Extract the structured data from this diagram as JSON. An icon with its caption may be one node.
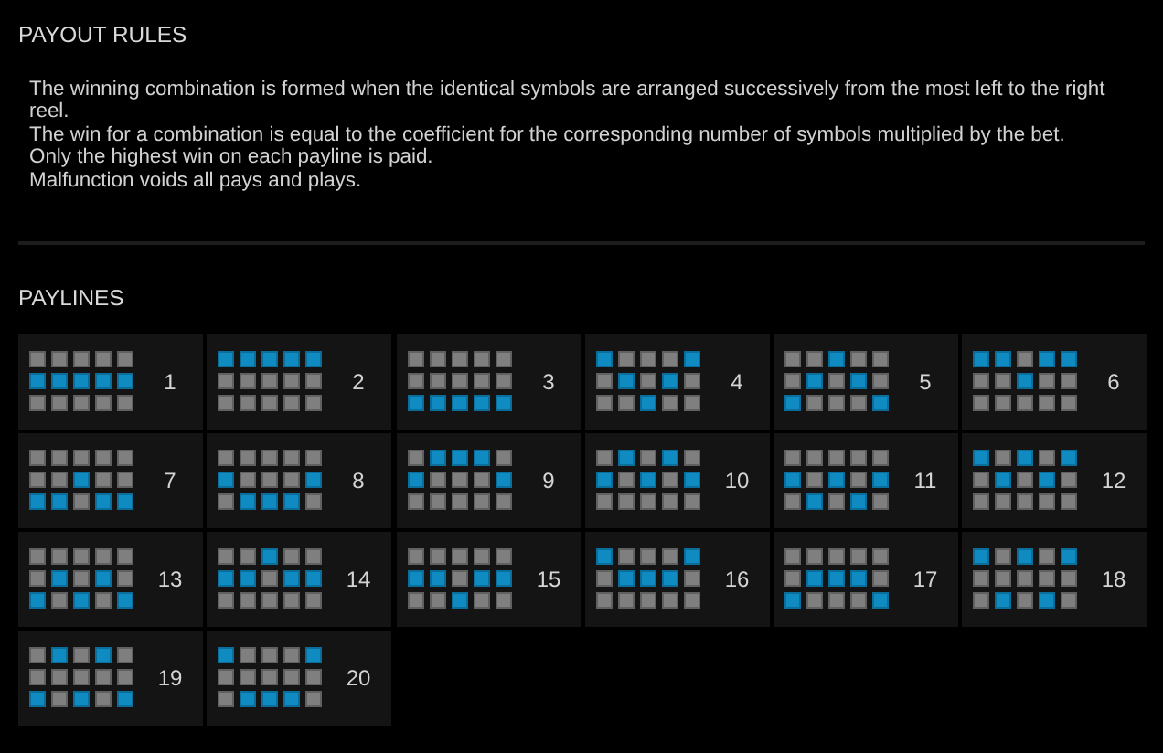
{
  "diagram": {
    "nodes": [
      {
        "text": [
          "1"
        ]
      },
      {
        "text": [
          "2"
        ]
      },
      {
        "text": [
          "3"
        ]
      },
      {
        "text": [
          "4"
        ]
      },
      {
        "text": [
          "5"
        ]
      },
      {
        "text": [
          "6"
        ]
      },
      {
        "text": [
          "7"
        ]
      },
      {
        "text": [
          "8"
        ]
      },
      {
        "text": [
          "9"
        ]
      },
      {
        "text": [
          "10"
        ]
      },
      {
        "text": [
          "11"
        ]
      },
      {
        "text": [
          "12"
        ]
      },
      {
        "text": [
          "13"
        ]
      },
      {
        "text": [
          "14"
        ]
      },
      {
        "text": [
          "15"
        ]
      },
      {
        "text": [
          "16"
        ]
      },
      {
        "text": [
          "17"
        ]
      },
      {
        "text": [
          "18"
        ]
      },
      {
        "text": [
          "19"
        ]
      },
      {
        "text": [
          "20"
        ]
      }
    ],
    "labels": [
      "PAYOUT RULES",
      "The winning combination is formed when the identical symbols are arranged successively from the most left to the right reel.",
      "The win for a combination is equal to the coefficient for the corresponding number of symbols multiplied by the bet.",
      "Only the highest win on each payline is paid.",
      "Malfunction voids all pays and plays.",
      "PAYLINES"
    ]
  }
}
